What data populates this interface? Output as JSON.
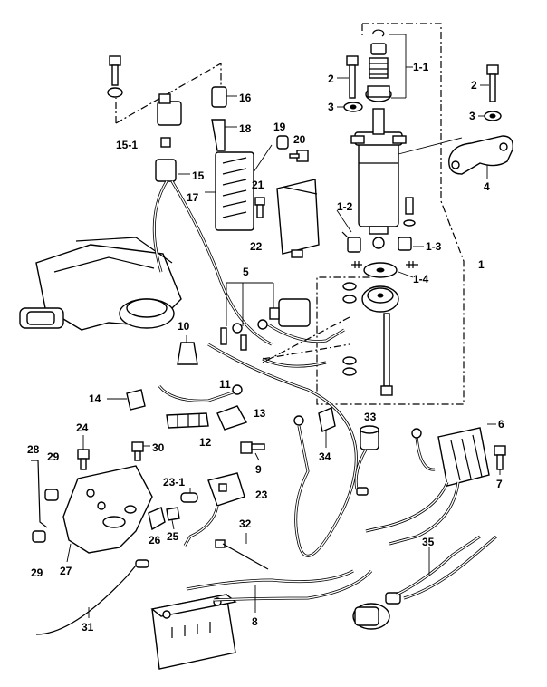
{
  "callouts": {
    "c1": "1",
    "c1_1": "1-1",
    "c1_2": "1-2",
    "c1_3": "1-3",
    "c1_4": "1-4",
    "c2a": "2",
    "c2b": "2",
    "c3a": "3",
    "c3b": "3",
    "c4": "4",
    "c5": "5",
    "c6": "6",
    "c7": "7",
    "c8": "8",
    "c9": "9",
    "c10": "10",
    "c11": "11",
    "c12": "12",
    "c13": "13",
    "c14": "14",
    "c15": "15",
    "c15_1": "15-1",
    "c16": "16",
    "c17": "17",
    "c18": "18",
    "c19": "19",
    "c20": "20",
    "c21": "21",
    "c22": "22",
    "c23": "23",
    "c23_1": "23-1",
    "c24": "24",
    "c25": "25",
    "c26": "26",
    "c27": "27",
    "c28": "28",
    "c29a": "29",
    "c29b": "29",
    "c30": "30",
    "c31": "31",
    "c32": "32",
    "c33": "33",
    "c34": "34",
    "c35": "35"
  }
}
